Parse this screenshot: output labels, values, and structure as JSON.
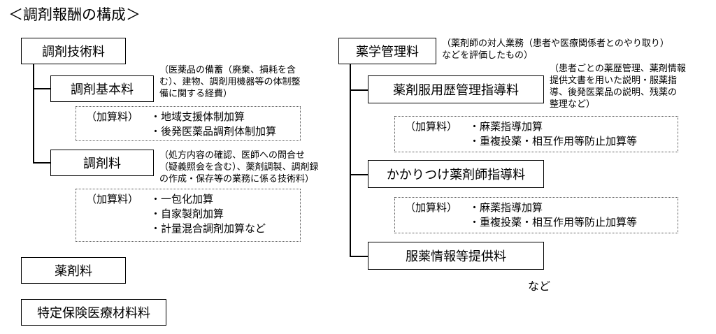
{
  "title": "＜調剤報酬の構成＞",
  "left": {
    "gijutsu": {
      "label": "調剤技術料"
    },
    "kihon": {
      "label": "調剤基本料",
      "note": [
        "（医薬品の備蓄（廃棄、損耗を含",
        "む）、建物、調剤用機器等の体制整",
        "備に関する経費）"
      ],
      "kasan_label": "（加算料）",
      "kasan_items": [
        "・地域支援体制加算",
        "・後発医薬品調剤体制加算"
      ]
    },
    "chozai": {
      "label": "調剤料",
      "note": [
        "（処方内容の確認、医師への問合せ",
        "（疑義照会を含む）、薬剤調製、調剤録",
        "の作成・保存等の業務に係る技術料）"
      ],
      "kasan_label": "（加算料）",
      "kasan_items": [
        "・一包化加算",
        "・自家製剤加算",
        "・計量混合調剤加算など"
      ]
    },
    "yakuzai": {
      "label": "薬剤料"
    },
    "tokutei": {
      "label": "特定保険医療材料料"
    }
  },
  "right": {
    "yakugaku": {
      "label": "薬学管理料",
      "note": [
        "（薬剤師の対人業務（患者や医療関係者とのやり取り）",
        "などを評価したもの）"
      ]
    },
    "fukuyou": {
      "label": "薬剤服用歴管理指導料",
      "note": [
        "（患者ごとの薬歴管理、薬剤情報",
        "提供文書を用いた説明・服薬指",
        "導、後発医薬品の説明、残薬の",
        "整理など）"
      ],
      "kasan_label": "（加算料）",
      "kasan_items": [
        "・麻薬指導加算",
        "・重複投薬・相互作用等防止加算等"
      ]
    },
    "kakaritsuke": {
      "label": "かかりつけ薬剤師指導料",
      "kasan_label": "（加算料）",
      "kasan_items": [
        "・麻薬指導加算",
        "・重複投薬・相互作用等防止加算等"
      ]
    },
    "joho": {
      "label": "服薬情報等提供料"
    },
    "nado": "など"
  }
}
